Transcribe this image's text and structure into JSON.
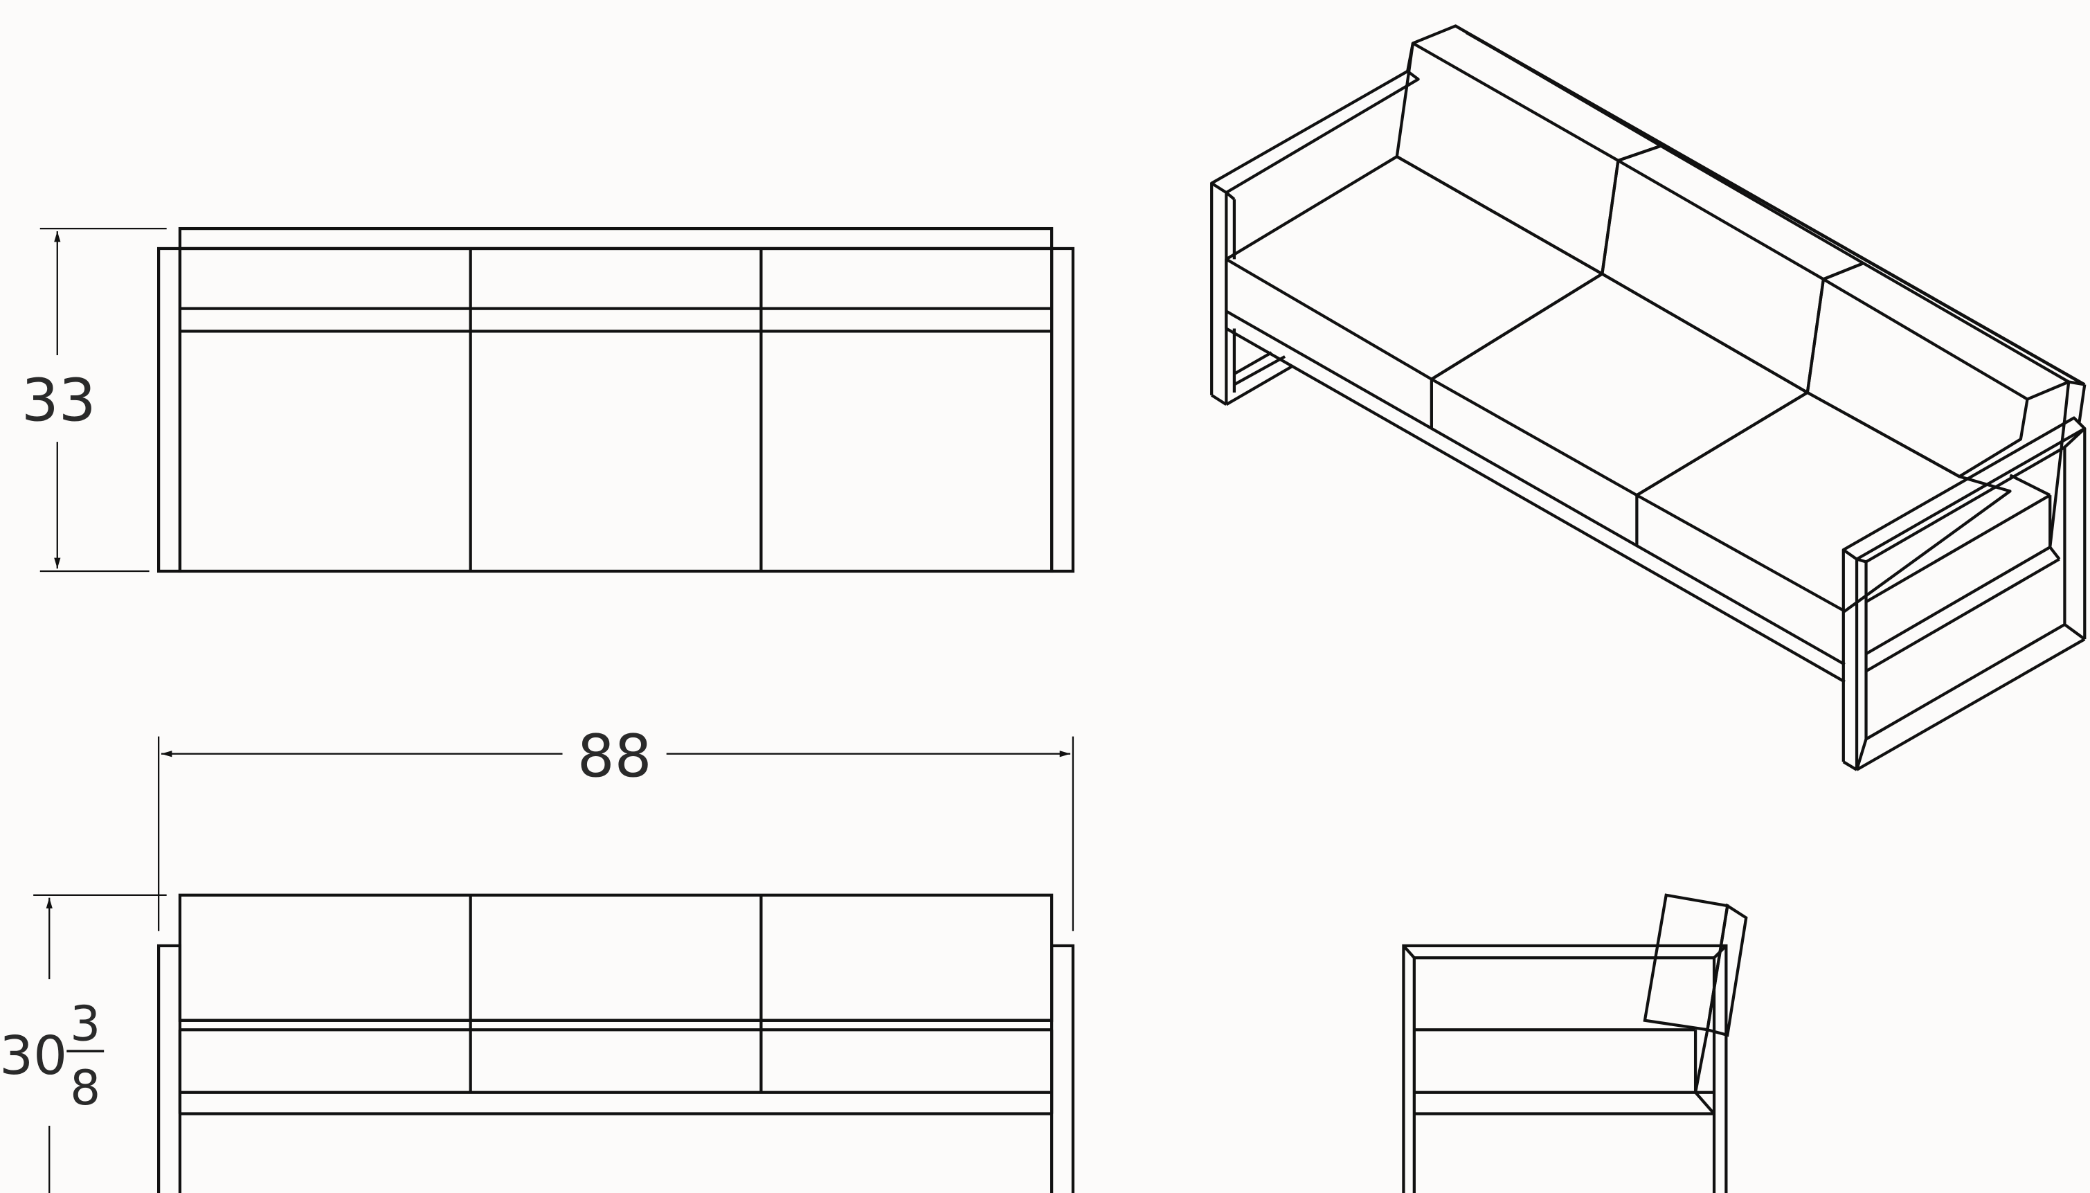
{
  "dimensions": {
    "plan_depth": "33",
    "overall_width": "88",
    "height_whole": "30",
    "height_numerator": "3",
    "height_denominator": "8"
  },
  "colors": {
    "line": "#111111",
    "text": "#2a2a2a",
    "background": "#fcfbfa"
  }
}
